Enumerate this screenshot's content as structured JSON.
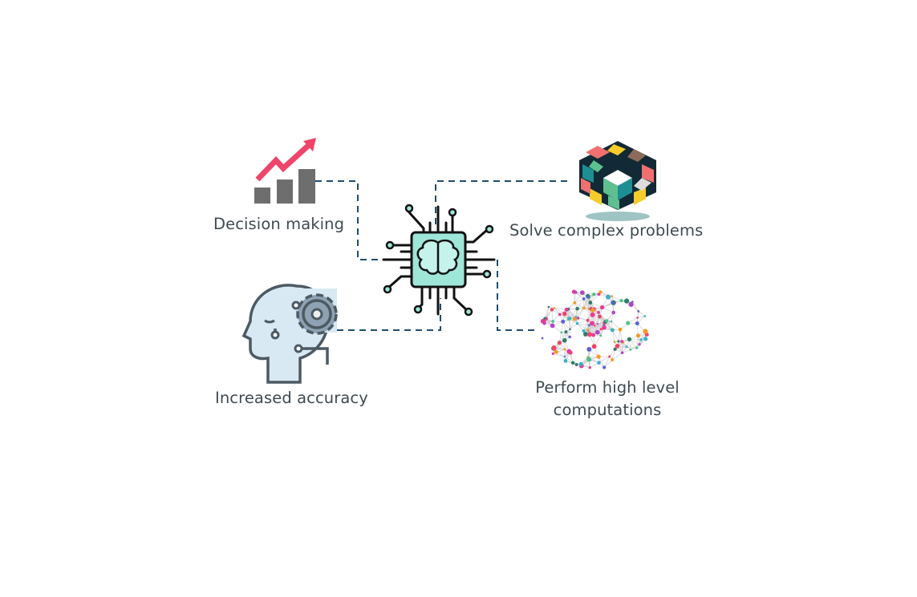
{
  "colors": {
    "connector": "#1f4e6b",
    "text": "#3f4b50",
    "chip": "#9de6d8",
    "arrow": "#f0446a",
    "bars": "#6e6e6e",
    "head": "#d8e9f3",
    "gear": "#8ea2b3"
  },
  "nodes": [
    {
      "label": "Decision making",
      "icon": "chart-growth-icon"
    },
    {
      "label": "Solve complex problems",
      "icon": "puzzle-cube-icon"
    },
    {
      "label": "Increased accuracy",
      "icon": "head-gear-icon"
    },
    {
      "label_line1": "Perform high level",
      "label_line2": "computations",
      "icon": "neural-brain-icon"
    }
  ],
  "center": {
    "icon": "ai-chip-brain-icon"
  }
}
